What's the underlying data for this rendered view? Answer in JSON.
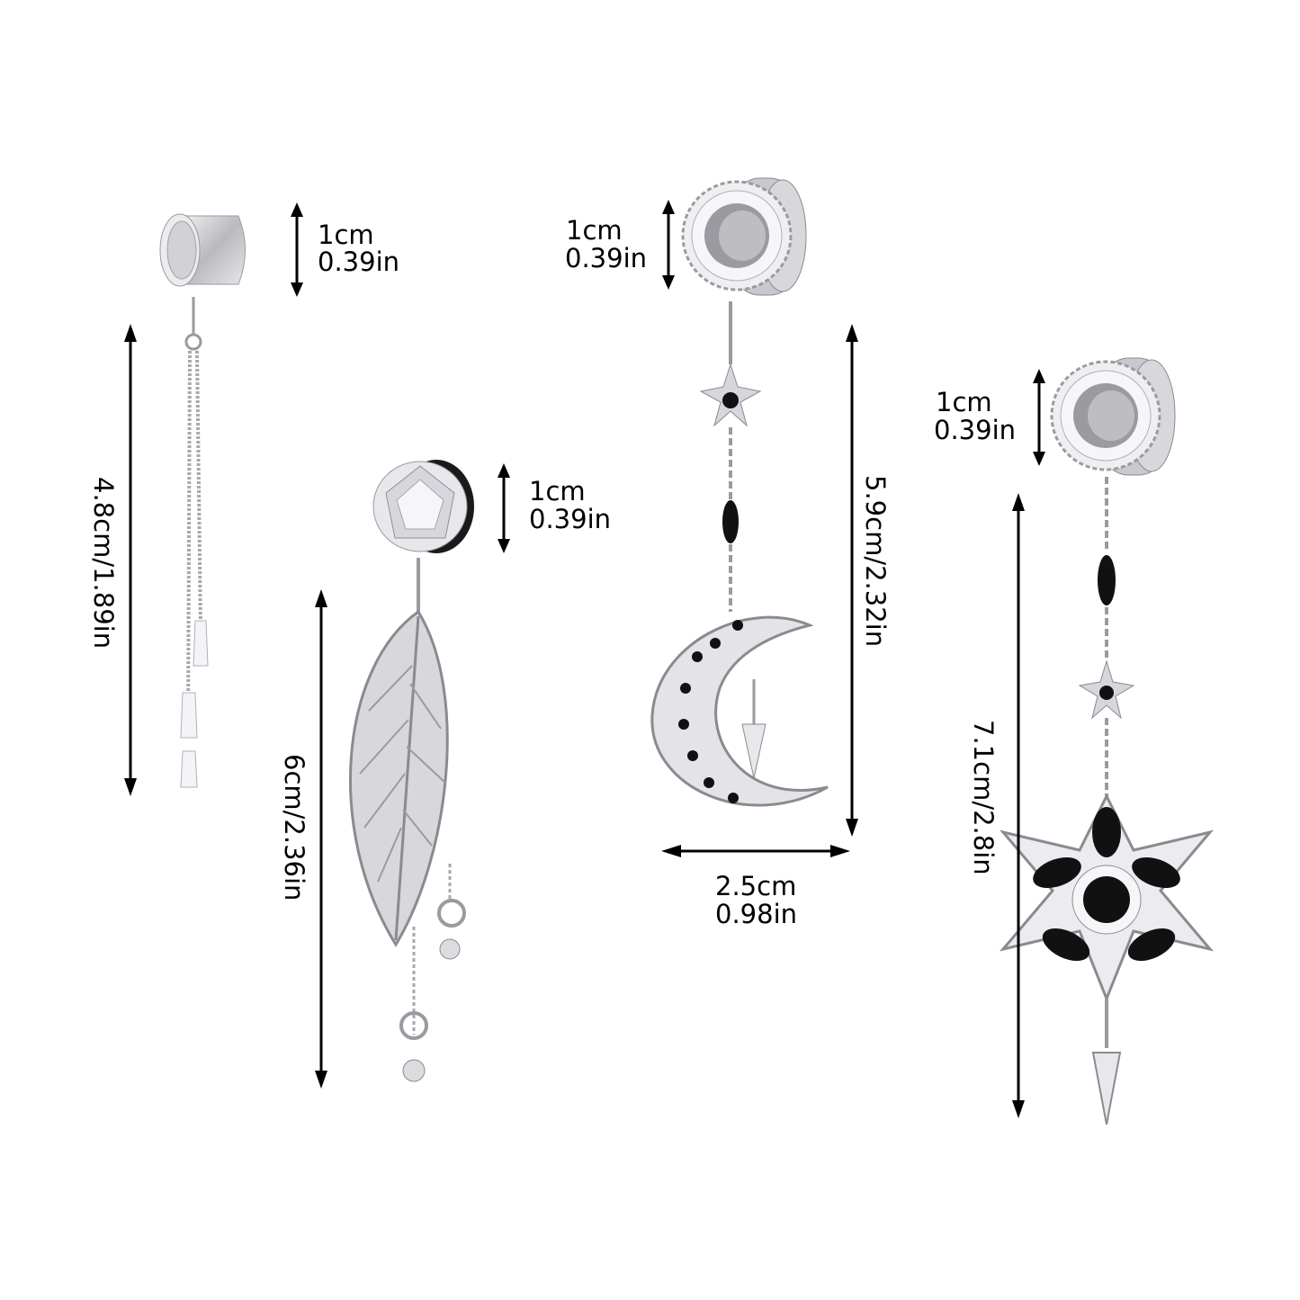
{
  "product_image": {
    "background": "#ffffff",
    "items": [
      {
        "name": "Plain tunnel with zirconia tassel chain",
        "plug_size": {
          "cm": "1cm",
          "in": "0.39in"
        },
        "length_label": "4.8cm/1.89in"
      },
      {
        "name": "Crystal plug with filigree leaf dangle",
        "plug_size": {
          "cm": "1cm",
          "in": "0.39in"
        },
        "length_label": "6cm/2.36in"
      },
      {
        "name": "Sun tunnel with star and crescent moon dangle",
        "plug_size": {
          "cm": "1cm",
          "in": "0.39in"
        },
        "length_label": "5.9cm/2.32in",
        "width_label": {
          "cm": "2.5cm",
          "in": "0.98in"
        }
      },
      {
        "name": "Sun tunnel with black gem starburst dangle",
        "plug_size": {
          "cm": "1cm",
          "in": "0.39in"
        },
        "length_label": "7.1cm/2.8in"
      }
    ],
    "colors": {
      "metal": "#c8c8cc",
      "metal_dark": "#8a8a90",
      "gem_black": "#111111",
      "arrow": "#000000"
    }
  }
}
